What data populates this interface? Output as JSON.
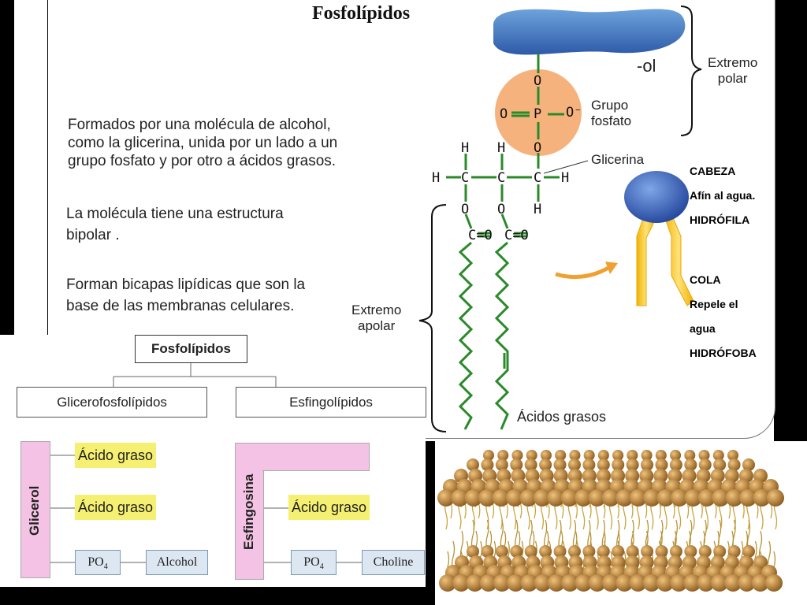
{
  "slide": {
    "title": "Fosfolípidos",
    "para1": [
      "Formados por una molécula de alcohol,",
      "como la glicerina, unida por un lado a un",
      "grupo fosfato y por otro a ácidos grasos."
    ],
    "para2": [
      "La molécula tiene una estructura",
      "bipolar ."
    ],
    "para3": [
      "Forman bicapas lipídicas que son la",
      "base de las membranas celulares."
    ]
  },
  "molecule": {
    "ol_label": "-ol",
    "extremo_polar": [
      "Extremo",
      "polar"
    ],
    "grupo_fosfato": [
      "Grupo",
      "fosfato"
    ],
    "glicerina": "Glicerina",
    "extremo_apolar": [
      "Extremo",
      "apolar"
    ],
    "acidos_grasos": "Ácidos grasos",
    "atoms": {
      "O": "O",
      "P": "P",
      "Ominus": "O⁻",
      "H": "H",
      "C": "C",
      "CO": "C=O"
    }
  },
  "schematic": {
    "cabeza": "CABEZA",
    "afin": "Afín al agua.",
    "hidrofila": "HIDRÓFILA",
    "cola": "COLA",
    "repele1": "Repele el",
    "repele2": "agua",
    "hidrofoba": "HIDRÓFOBA"
  },
  "tree": {
    "root": "Fosfolípidos",
    "left": "Glicerofosfolípidos",
    "right": "Esfingolípidos"
  },
  "glicerol_diagram": {
    "backbone": "Glicerol",
    "acid1": "Ácido graso",
    "acid2": "Ácido graso",
    "po4": "PO",
    "po4_sub": "4",
    "alcohol": "Alcohol"
  },
  "esfingosina_diagram": {
    "backbone": "Esfingosina",
    "acid": "Ácido graso",
    "po4": "PO",
    "po4_sub": "4",
    "head": "Choline"
  },
  "colors": {
    "head_orange": "#f6b27d",
    "chain_green": "#2a8a2a",
    "pink": "#f4c2e4",
    "yellow": "#f5f071",
    "bilayer_bead": "#c48a3e"
  }
}
